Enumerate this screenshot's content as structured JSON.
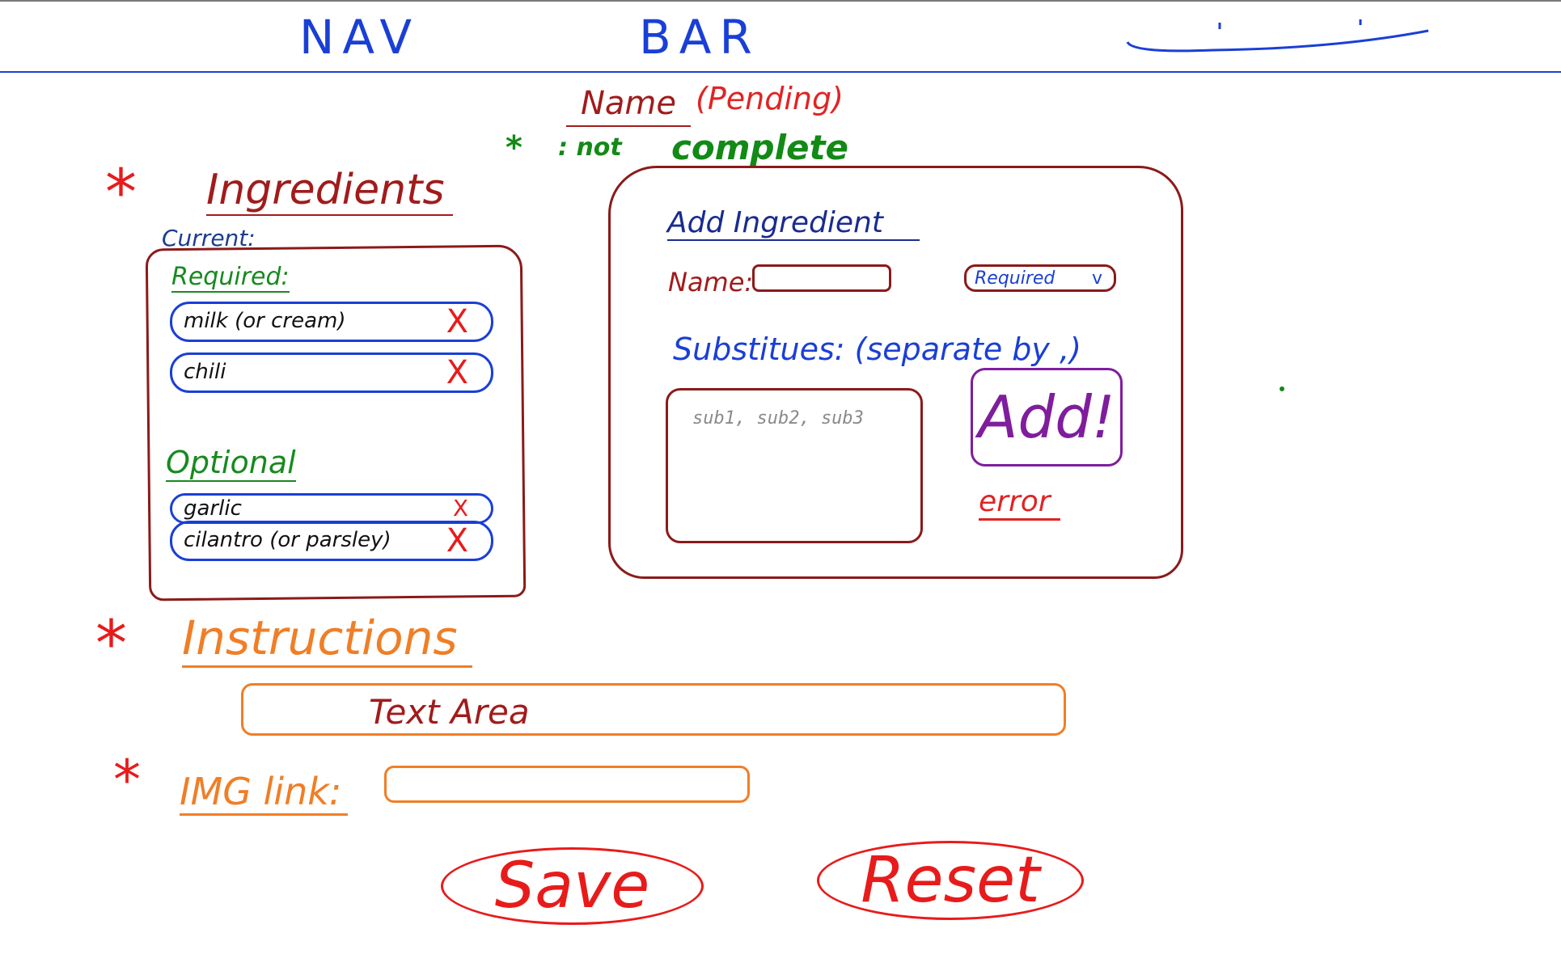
{
  "nav": {
    "title_left": "NAV",
    "title_right": "BAR",
    "menu_icon": "hand-drawn-menu-icon"
  },
  "recipe": {
    "name": "Name",
    "status": "(Pending)"
  },
  "legend": {
    "star": "*",
    "text": ": not",
    "text2": "complete"
  },
  "required_marker": "*",
  "ingredients": {
    "title": "Ingredients",
    "current_label": "Current:",
    "required_label": "Required:",
    "optional_label": "Optional",
    "remove_symbol": "X",
    "required_items": [
      {
        "label": "milk (or cream)"
      },
      {
        "label": "chili"
      }
    ],
    "optional_items": [
      {
        "label": "garlic"
      },
      {
        "label": "cilantro (or parsley)"
      }
    ]
  },
  "add_ingredient": {
    "title": "Add Ingredient",
    "name_label": "Name:",
    "name_value": "",
    "type_value": "Required",
    "type_arrow": "v",
    "substitutes_label": "Substitues: (separate by ,)",
    "substitutes_placeholder": "sub1, sub2, sub3",
    "add_button": "Add!",
    "error_text": "error"
  },
  "instructions": {
    "title": "Instructions",
    "placeholder": "Text Area"
  },
  "image": {
    "label": "IMG link:",
    "value": ""
  },
  "actions": {
    "save": "Save",
    "reset": "Reset"
  },
  "colors": {
    "nav_blue": "#1a3fd6",
    "panel_border": "#8b1a1a",
    "required_red": "#e81b1b",
    "legend_green": "#118a16",
    "instructions_orange": "#f07e26",
    "add_purple": "#7f1d9c"
  }
}
